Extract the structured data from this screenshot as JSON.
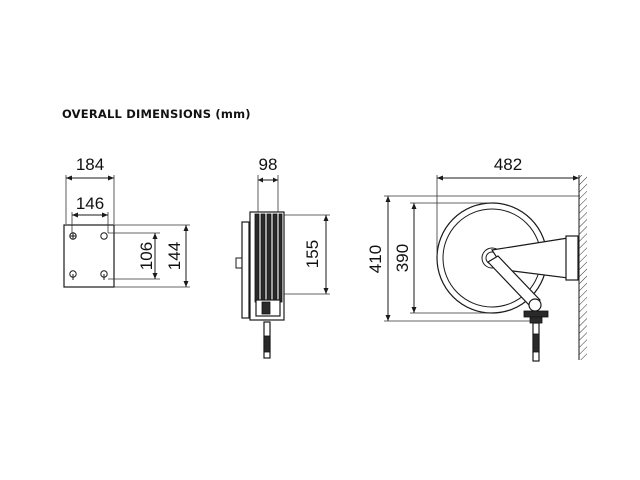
{
  "title": "OVERALL DIMENSIONS (mm)",
  "dimensions": {
    "bracket_width_outer": "184",
    "bracket_width_inner": "146",
    "bracket_height_inner": "106",
    "bracket_height_outer": "144",
    "side_width": "98",
    "side_height": "155",
    "front_height_outer": "410",
    "front_height_inner": "390",
    "front_depth": "482"
  },
  "colors": {
    "line": "#1a1a1a",
    "text": "#111111",
    "background": "#ffffff"
  }
}
